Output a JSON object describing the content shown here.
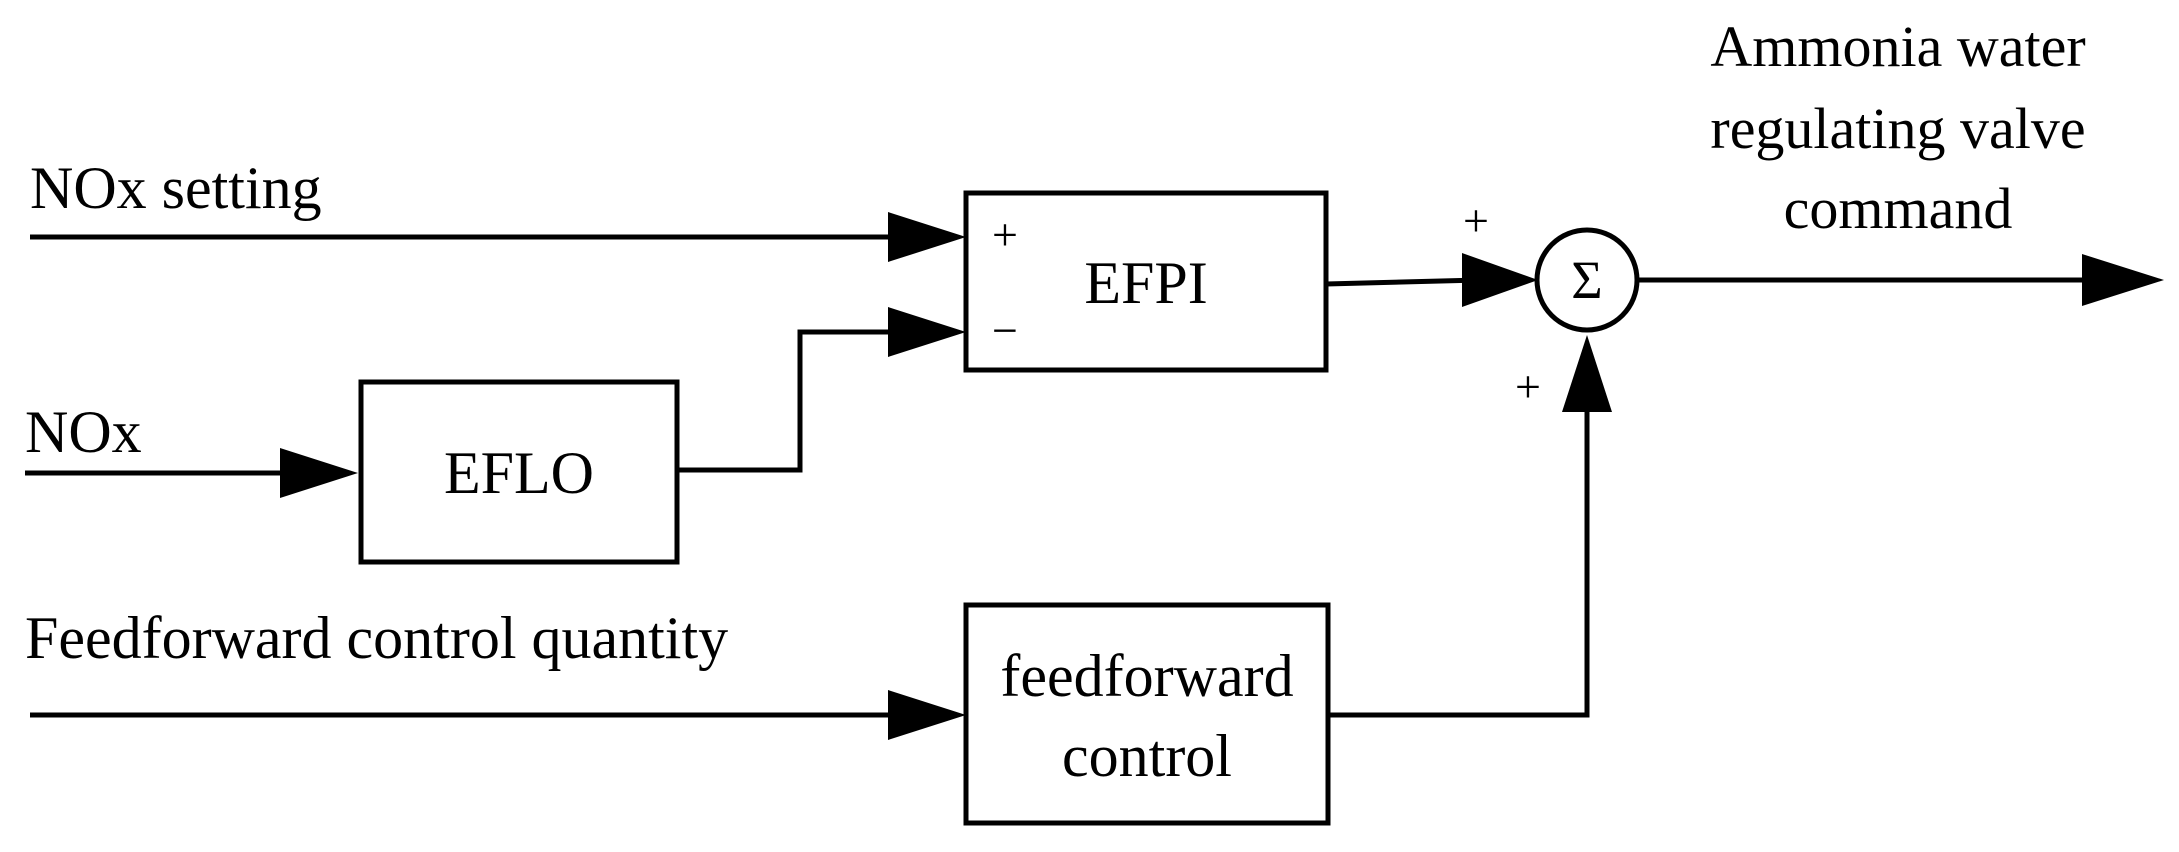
{
  "inputs": {
    "nox_setting": "NOx setting",
    "nox": "NOx",
    "feedforward_quantity": "Feedforward control quantity"
  },
  "blocks": {
    "eflo": "EFLO",
    "efpi": "EFPI",
    "feedforward_line1": "feedforward",
    "feedforward_line2": "control"
  },
  "efpi_signs": {
    "plus": "+",
    "minus": "−"
  },
  "sum": {
    "symbol": "Σ",
    "top_sign": "+",
    "bottom_sign": "+"
  },
  "output": {
    "line1": "Ammonia water",
    "line2": "regulating valve",
    "line3": "command"
  },
  "colors": {
    "stroke": "#000000",
    "background": "#ffffff"
  }
}
